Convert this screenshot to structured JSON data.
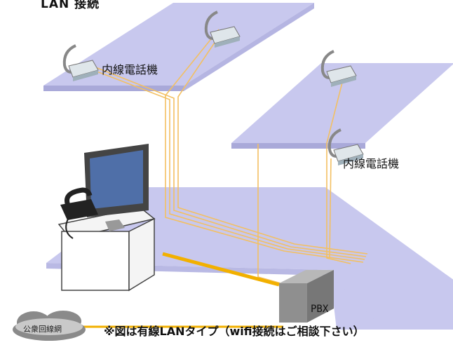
{
  "heading": "LAN 接続",
  "labels": {
    "extension_phone_1": "内線電話機",
    "extension_phone_2": "内線電話機",
    "pbx": "PBX",
    "public_network": "公衆回線網"
  },
  "footer_note": "※図は有線LANタイプ（wifi接続はご相談下さい）",
  "colors": {
    "floor": "#c8c8ee",
    "floor_edge": "#a9a9d9",
    "cable": "#f3c062",
    "cable_heavy": "#f2b000",
    "pbx_box": "#8f8f8f"
  }
}
